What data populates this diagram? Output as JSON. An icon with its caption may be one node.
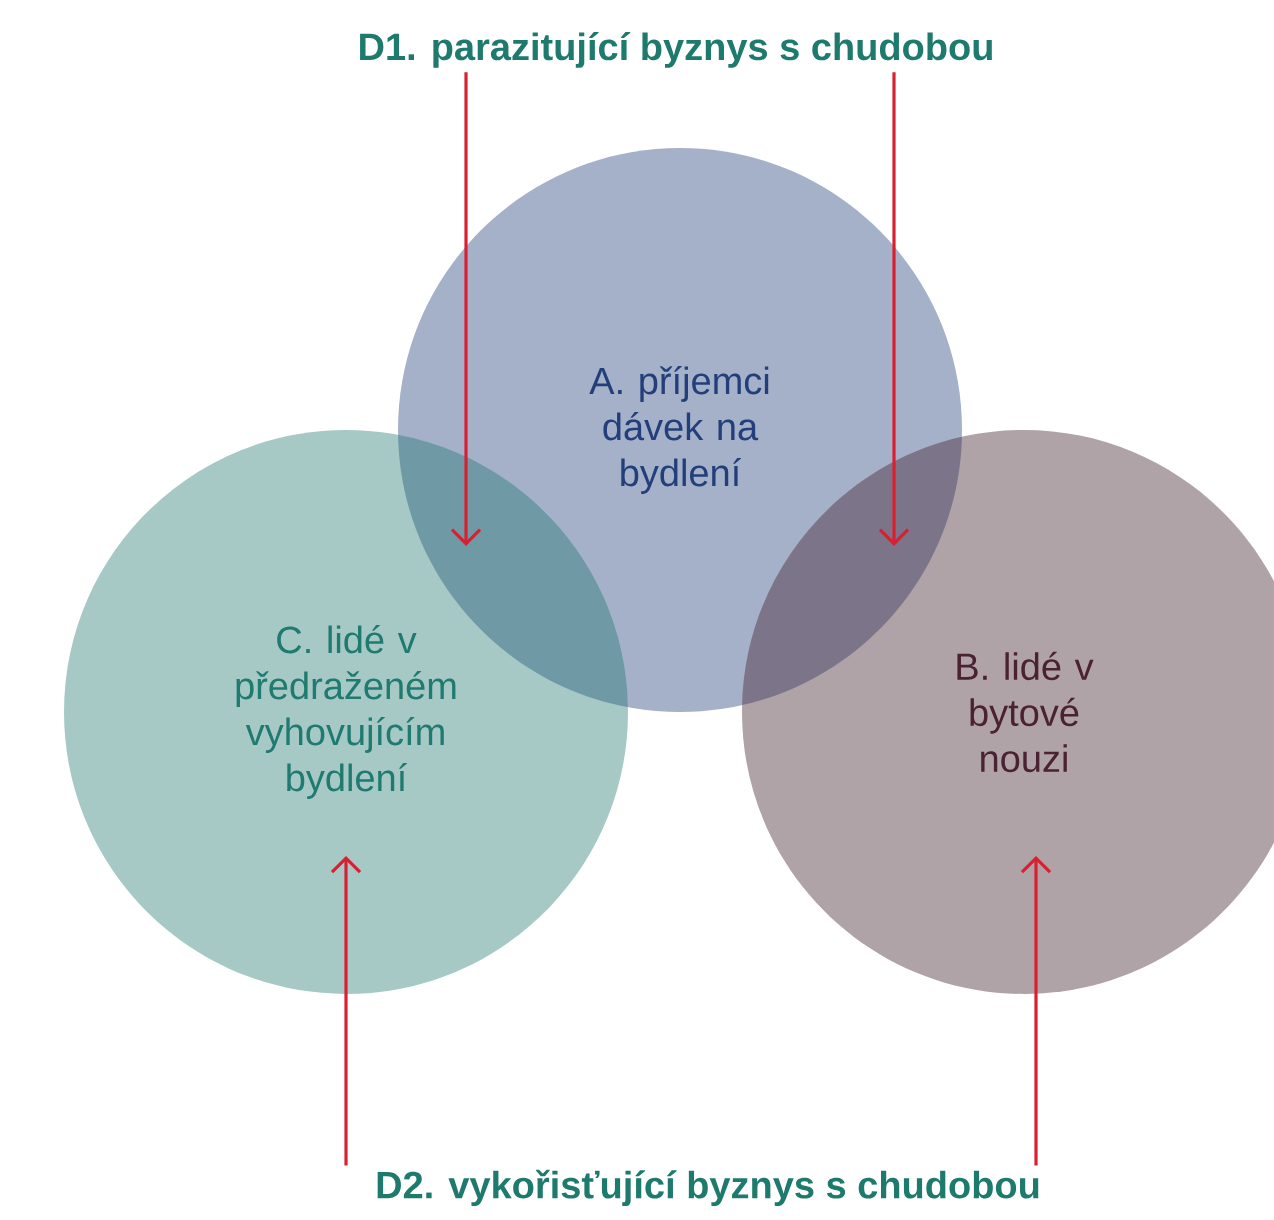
{
  "diagram": {
    "nodes": [
      {
        "text": [
          "D1. parazitující byznys s chudobou"
        ]
      },
      {
        "text": [
          "A. příjemci dávek na bydlení"
        ]
      },
      {
        "text": [
          "C. lidé v předraženém vyhovujícím bydlení"
        ]
      },
      {
        "text": [
          "B. lidé v bytové nouzi"
        ]
      },
      {
        "text": [
          "D2. vykořisťující byznys s chudobou"
        ]
      }
    ],
    "edges": [
      {
        "from": 0,
        "to": 1,
        "arrow": "to"
      },
      {
        "from": 0,
        "to": 2,
        "arrow": "to"
      },
      {
        "from": 0,
        "to": 1,
        "arrow": "to"
      },
      {
        "from": 0,
        "to": 3,
        "arrow": "to"
      },
      {
        "from": 4,
        "to": 2,
        "arrow": "to"
      },
      {
        "from": 4,
        "to": 3,
        "arrow": "to"
      }
    ]
  }
}
